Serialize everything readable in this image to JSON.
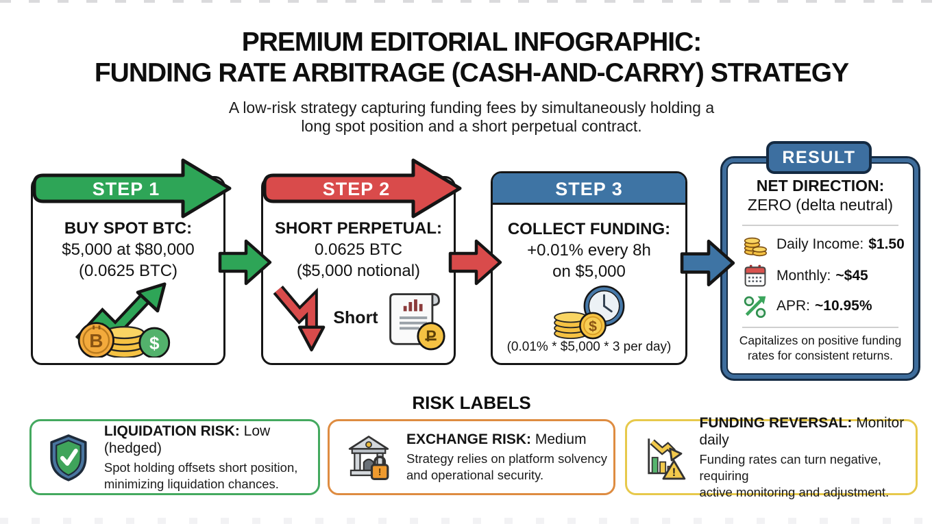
{
  "header": {
    "title_line1": "PREMIUM EDITORIAL INFOGRAPHIC:",
    "title_line2": "FUNDING RATE ARBITRAGE (CASH-AND-CARRY) STRATEGY",
    "subtitle_line1": "A low-risk strategy capturing funding fees by simultaneously holding a",
    "subtitle_line2": "long spot position and a short perpetual contract."
  },
  "steps": [
    {
      "label": "STEP 1",
      "color": "#2EA557",
      "title": "BUY SPOT BTC:",
      "line1": "$5,000 at $80,000",
      "line2": "(0.0625 BTC)",
      "icon": "btc-coins-up-arrow-icon"
    },
    {
      "label": "STEP 2",
      "color": "#D94B4B",
      "title": "SHORT PERPETUAL:",
      "line1": "0.0625 BTC",
      "line2": "($5,000 notional)",
      "icon_caption": "Short",
      "icon": "down-arrow-contract-icon"
    },
    {
      "label": "STEP 3",
      "color": "#3E74A4",
      "title": "COLLECT FUNDING:",
      "line1": "+0.01% every 8h",
      "line2": "on $5,000",
      "footnote": "(0.01% * $5,000 * 3 per day)",
      "icon": "coins-clock-icon"
    }
  ],
  "result": {
    "badge": "RESULT",
    "title": "NET DIRECTION:",
    "subtitle": "ZERO (delta neutral)",
    "metrics": [
      {
        "icon": "coins-icon",
        "label": "Daily Income:",
        "value": "$1.50"
      },
      {
        "icon": "calendar-icon",
        "label": "Monthly:",
        "value": "~$45"
      },
      {
        "icon": "percent-growth-icon",
        "label": "APR:",
        "value": "~10.95%"
      }
    ],
    "footer_line1": "Capitalizes on positive funding",
    "footer_line2": "rates for consistent returns."
  },
  "risk_section": {
    "heading": "RISK LABELS",
    "items": [
      {
        "icon": "shield-check-icon",
        "border_color": "#44A95F",
        "title": "LIQUIDATION RISK:",
        "value": "Low (hedged)",
        "desc_line1": "Spot holding offsets short position,",
        "desc_line2": "minimizing liquidation chances."
      },
      {
        "icon": "bank-lock-icon",
        "border_color": "#DE8C41",
        "title": "EXCHANGE RISK:",
        "value": "Medium",
        "desc_line1": "Strategy relies on platform solvency",
        "desc_line2": "and operational security."
      },
      {
        "icon": "chart-down-warning-icon",
        "border_color": "#E7C94B",
        "title": "FUNDING REVERSAL:",
        "value": "Monitor daily",
        "desc_line1": "Funding rates can turn negative, requiring",
        "desc_line2": "active monitoring and adjustment."
      }
    ]
  },
  "glyphs": {
    "bitcoin": "B",
    "dollar": "$",
    "ruble": "P",
    "warning": "!",
    "lock": "!"
  },
  "colors": {
    "step_green": "#2EA557",
    "step_red": "#D94B4B",
    "step_blue": "#3E74A4",
    "result_navy": "#142A42",
    "result_steel": "#3E6D9C",
    "gold_coin": "#F5C243",
    "outline_black": "#151515",
    "risk_green_border": "#44A95F",
    "risk_orange_border": "#DE8C41",
    "risk_yellow_border": "#E7C94B"
  }
}
